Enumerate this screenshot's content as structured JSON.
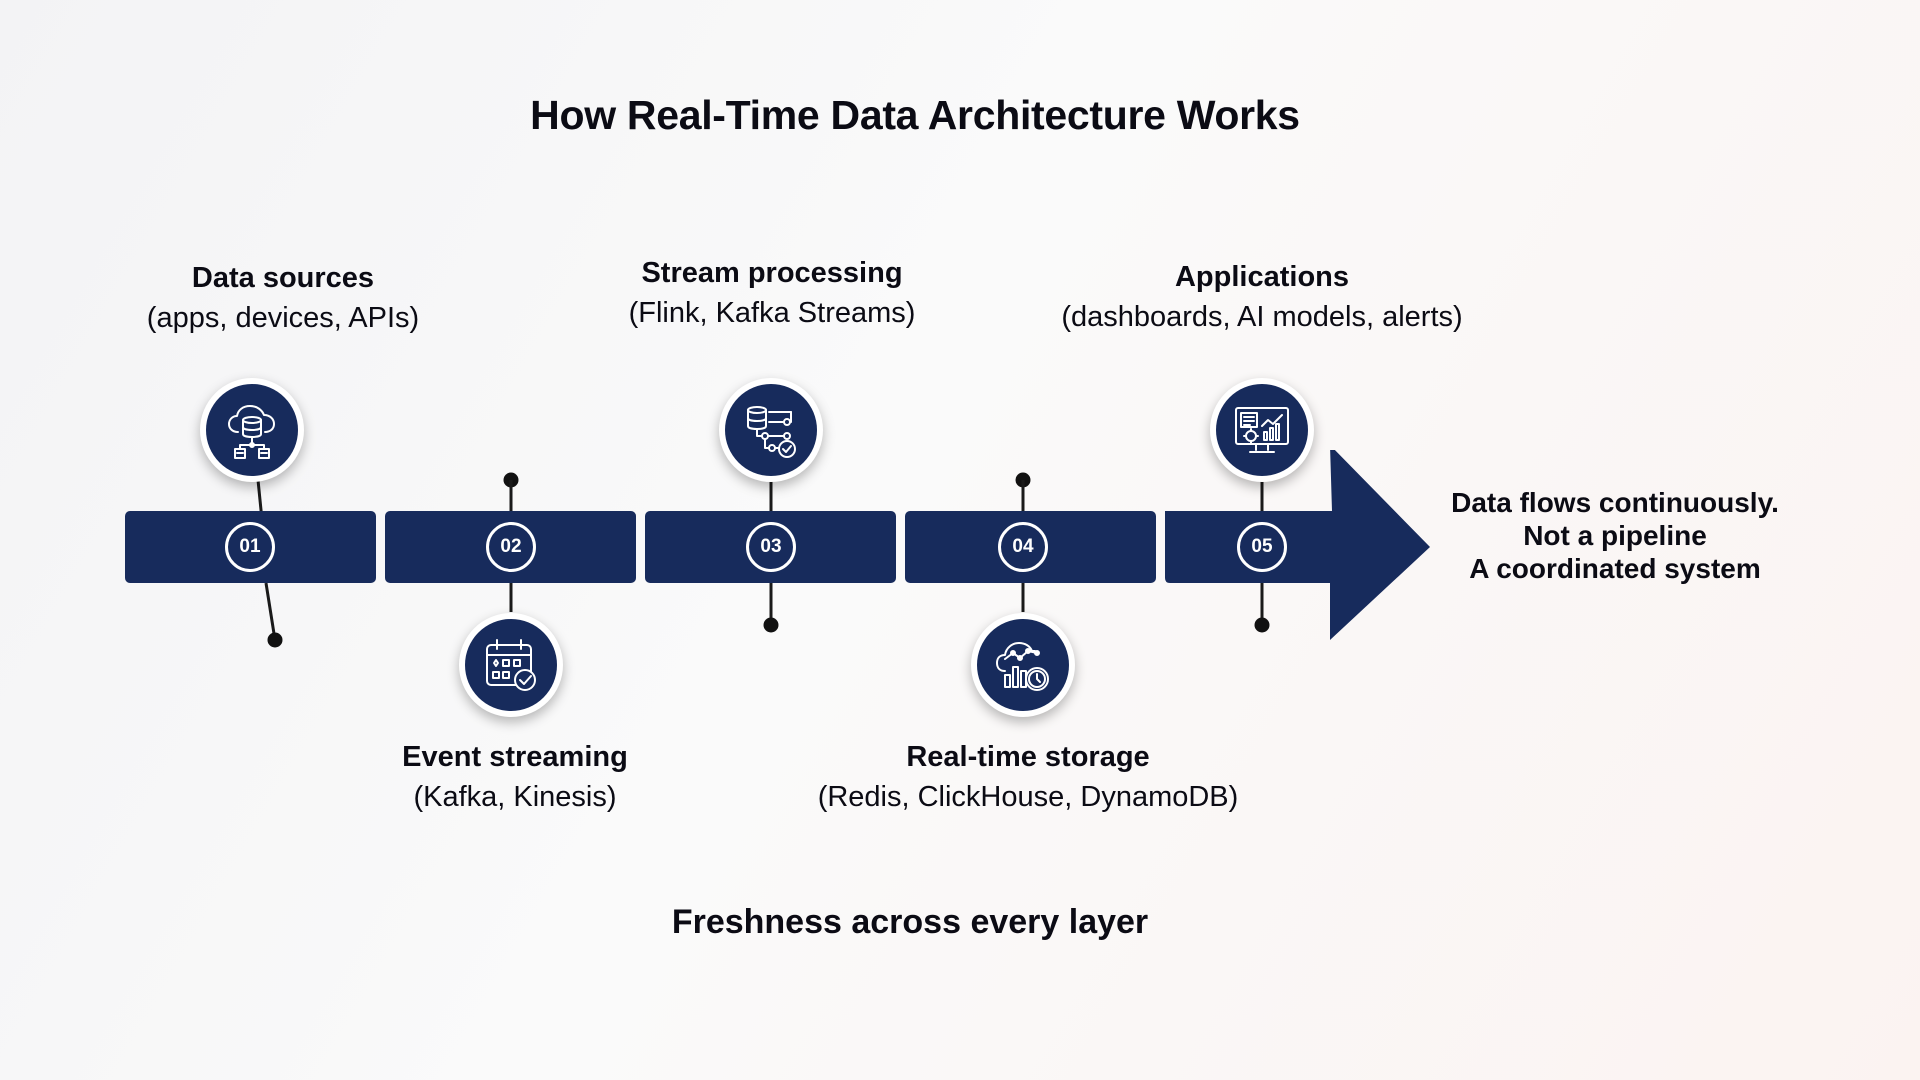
{
  "title": "How Real-Time Data Architecture Works",
  "footer": "Freshness across every layer",
  "colors": {
    "navy": "#172b5c",
    "text": "#0b0b14",
    "connector": "#111111"
  },
  "steps": [
    {
      "number": "01",
      "title": "Data sources",
      "subtitle": "(apps, devices, APIs)",
      "icon": "cloud-database-icon",
      "position": "top"
    },
    {
      "number": "02",
      "title": "Event streaming",
      "subtitle": "(Kafka, Kinesis)",
      "icon": "calendar-check-icon",
      "position": "bottom"
    },
    {
      "number": "03",
      "title": "Stream processing",
      "subtitle": "(Flink, Kafka Streams)",
      "icon": "database-workflow-icon",
      "position": "top"
    },
    {
      "number": "04",
      "title": "Real-time storage",
      "subtitle": "(Redis, ClickHouse, DynamoDB)",
      "icon": "cloud-analytics-clock-icon",
      "position": "bottom"
    },
    {
      "number": "05",
      "title": "Applications",
      "subtitle": "(dashboards, AI models, alerts)",
      "icon": "monitor-dashboard-icon",
      "position": "top"
    }
  ],
  "note": {
    "line1": "Data flows continuously.",
    "line2": "Not a pipeline",
    "line3": "A coordinated system"
  }
}
